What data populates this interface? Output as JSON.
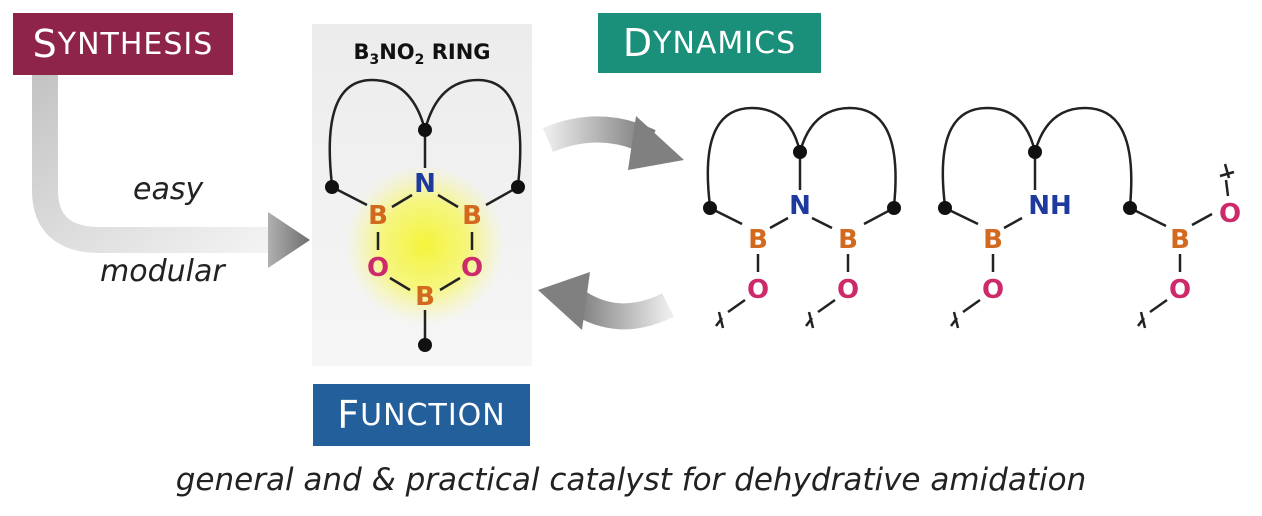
{
  "labels": {
    "synthesis": {
      "first": "S",
      "rest": "YNTHESIS"
    },
    "dynamics": {
      "first": "D",
      "rest": "YNAMICS"
    },
    "function": {
      "first": "F",
      "rest": "UNCTION"
    }
  },
  "synthesis_notes": {
    "easy": "easy",
    "modular": "modular"
  },
  "ring_title": {
    "prefix": "B",
    "sub1": "3",
    "mid": "NO",
    "sub2": "2",
    "suffix": " RING"
  },
  "caption": "general and & practical catalyst for dehydrative amidation",
  "atoms": {
    "boron": "B",
    "nitrogen": "N",
    "oxygen": "O",
    "amine": "NH"
  },
  "colors": {
    "synthesis": "#8e2449",
    "dynamics": "#1a8f7a",
    "function": "#235f9a",
    "boron": "#d2691e",
    "nitrogen": "#1f3a9e",
    "oxygen": "#cc2a6a",
    "glow": "#f2f23a"
  }
}
